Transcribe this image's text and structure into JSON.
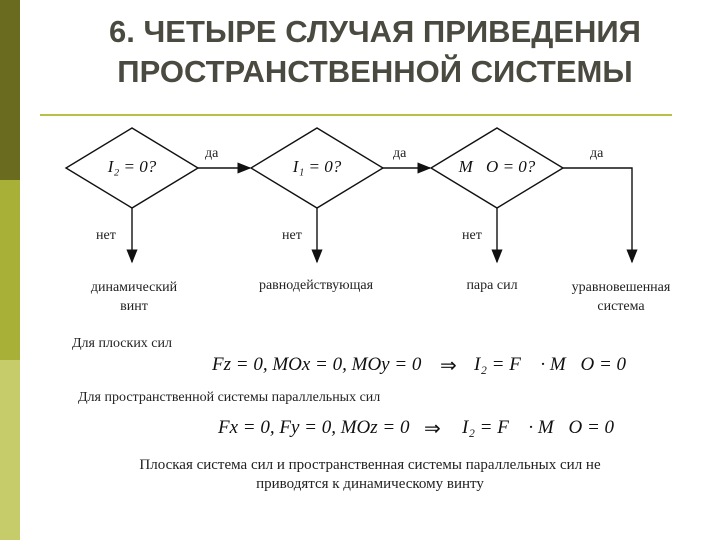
{
  "title": {
    "line1": "6. ЧЕТЫРЕ СЛУЧАЯ ПРИВЕДЕНИЯ",
    "line2": "ПРОСТРАНСТВЕННОЙ СИСТЕМЫ"
  },
  "diagram": {
    "conditions": [
      "I₂ = 0?",
      "I₁ = 0?",
      "M⃗O = 0?"
    ],
    "yes_label": "да",
    "no_label": "нет",
    "outcomes": {
      "dyn_screw_line1": "динамический",
      "dyn_screw_line2": "винт",
      "resultant": "равнодействующая",
      "force_pair": "пара сил",
      "balanced_line1": "уравновешенная",
      "balanced_line2": "система"
    }
  },
  "planar": {
    "label": "Для плоских сил",
    "formula": "Fz = 0, MOx = 0, MOy = 0",
    "implies": "⇒",
    "result": "I₂ = F⃗ · M⃗O = 0"
  },
  "spatial_parallel": {
    "label": "Для пространственной системы параллельных сил",
    "formula": "Fx = 0, Fy = 0, MOz = 0",
    "implies": "⇒",
    "result": "I₂ = F⃗ · M⃗O = 0"
  },
  "note": {
    "line1": "Плоская система сил и пространственная системы параллельных сил не",
    "line2": "приводятся к динамическому винту"
  },
  "colors": {
    "sidebar_dark": "#6b6b1f",
    "sidebar_mid": "#a8b038",
    "sidebar_light": "#c6cc6a",
    "rule": "#b8c04a",
    "title": "#4a4a40"
  }
}
